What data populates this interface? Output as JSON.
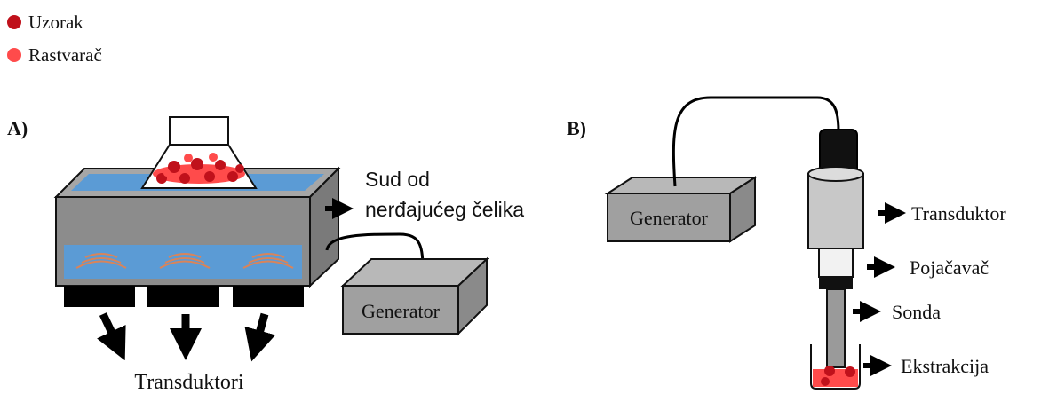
{
  "legend": {
    "sample_label": "Uzorak",
    "solvent_label": "Rastvarač"
  },
  "panel_a": {
    "label": "A)",
    "vessel_label_line1": "Sud od",
    "vessel_label_line2": "nerđajućeg čelika",
    "generator_label": "Generator",
    "transducers_label": "Transduktori"
  },
  "panel_b": {
    "label": "B)",
    "generator_label": "Generator",
    "transducer_label": "Transduktor",
    "booster_label": "Pojačavač",
    "probe_label": "Sonda",
    "extraction_label": "Ekstrakcija"
  },
  "colors": {
    "sample": "#c0111b",
    "solvent": "#ff4b4b",
    "water": "#5b9bd5",
    "steel_front": "#8c8c8c",
    "steel_top": "#a6a6a6",
    "generator": "#a0a0a0",
    "transducer": "#c8c8c8",
    "wave": "#d9845a"
  }
}
